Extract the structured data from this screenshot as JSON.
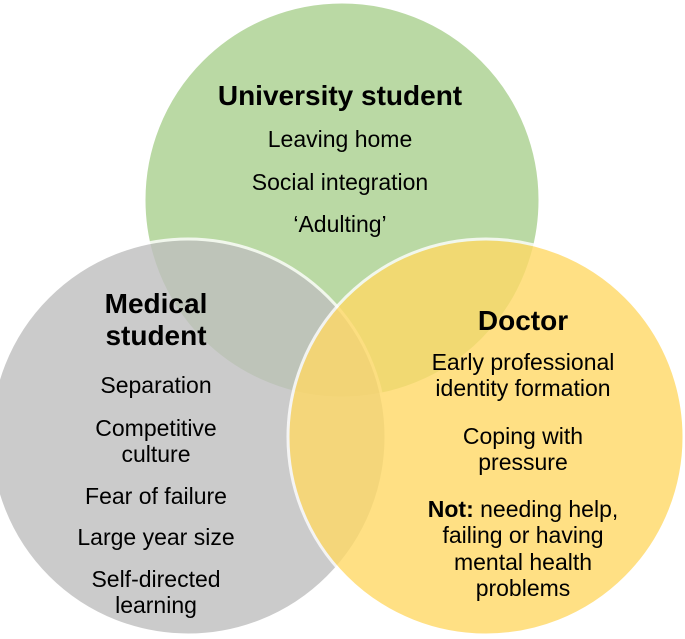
{
  "colors": {
    "university": "#a9d08e",
    "medical": "#bfbfbf",
    "doctor": "#ffd966",
    "outline": "#ffffff"
  },
  "university": {
    "title": "University student",
    "items": [
      "Leaving home",
      "Social integration",
      "‘Adulting’"
    ]
  },
  "medical": {
    "title_line1": "Medical",
    "title_line2": "student",
    "items": [
      {
        "line1": "Separation",
        "line2": ""
      },
      {
        "line1": "Competitive",
        "line2": "culture"
      },
      {
        "line1": "Fear of failure",
        "line2": ""
      },
      {
        "line1": "Large year size",
        "line2": ""
      },
      {
        "line1": "Self-directed",
        "line2": "learning"
      }
    ]
  },
  "doctor": {
    "title": "Doctor",
    "items": [
      {
        "line1": "Early professional",
        "line2": "identity formation"
      },
      {
        "line1": "Coping with",
        "line2": "pressure"
      }
    ],
    "not_label": "Not:",
    "not_line1": " needing help,",
    "not_line2": "failing or having",
    "not_line3": "mental health",
    "not_line4": "problems"
  }
}
